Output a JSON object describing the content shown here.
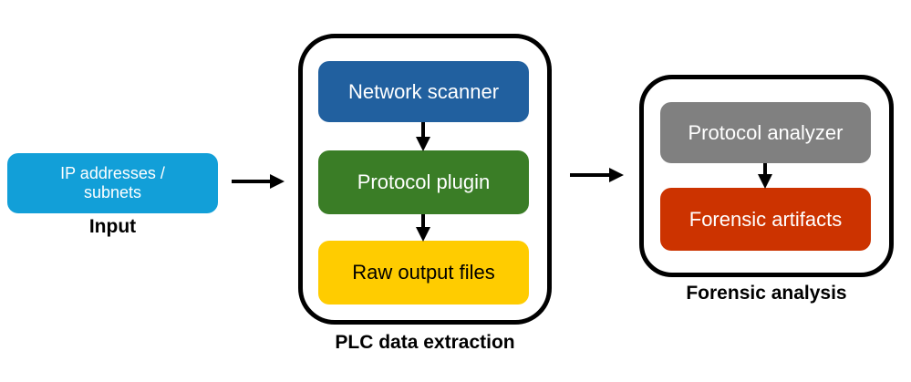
{
  "input": {
    "node": {
      "label": "IP addresses / subnets",
      "color": "#129fd8"
    },
    "caption": "Input"
  },
  "extraction": {
    "caption": "PLC data extraction",
    "nodes": [
      {
        "label": "Network scanner",
        "color": "#21609f"
      },
      {
        "label": "Protocol plugin",
        "color": "#3a7d26"
      },
      {
        "label": "Raw output files",
        "color": "#ffcc00"
      }
    ]
  },
  "analysis": {
    "caption": "Forensic analysis",
    "nodes": [
      {
        "label": "Protocol analyzer",
        "color": "#808080"
      },
      {
        "label": "Forensic artifacts",
        "color": "#cc3300"
      }
    ]
  }
}
